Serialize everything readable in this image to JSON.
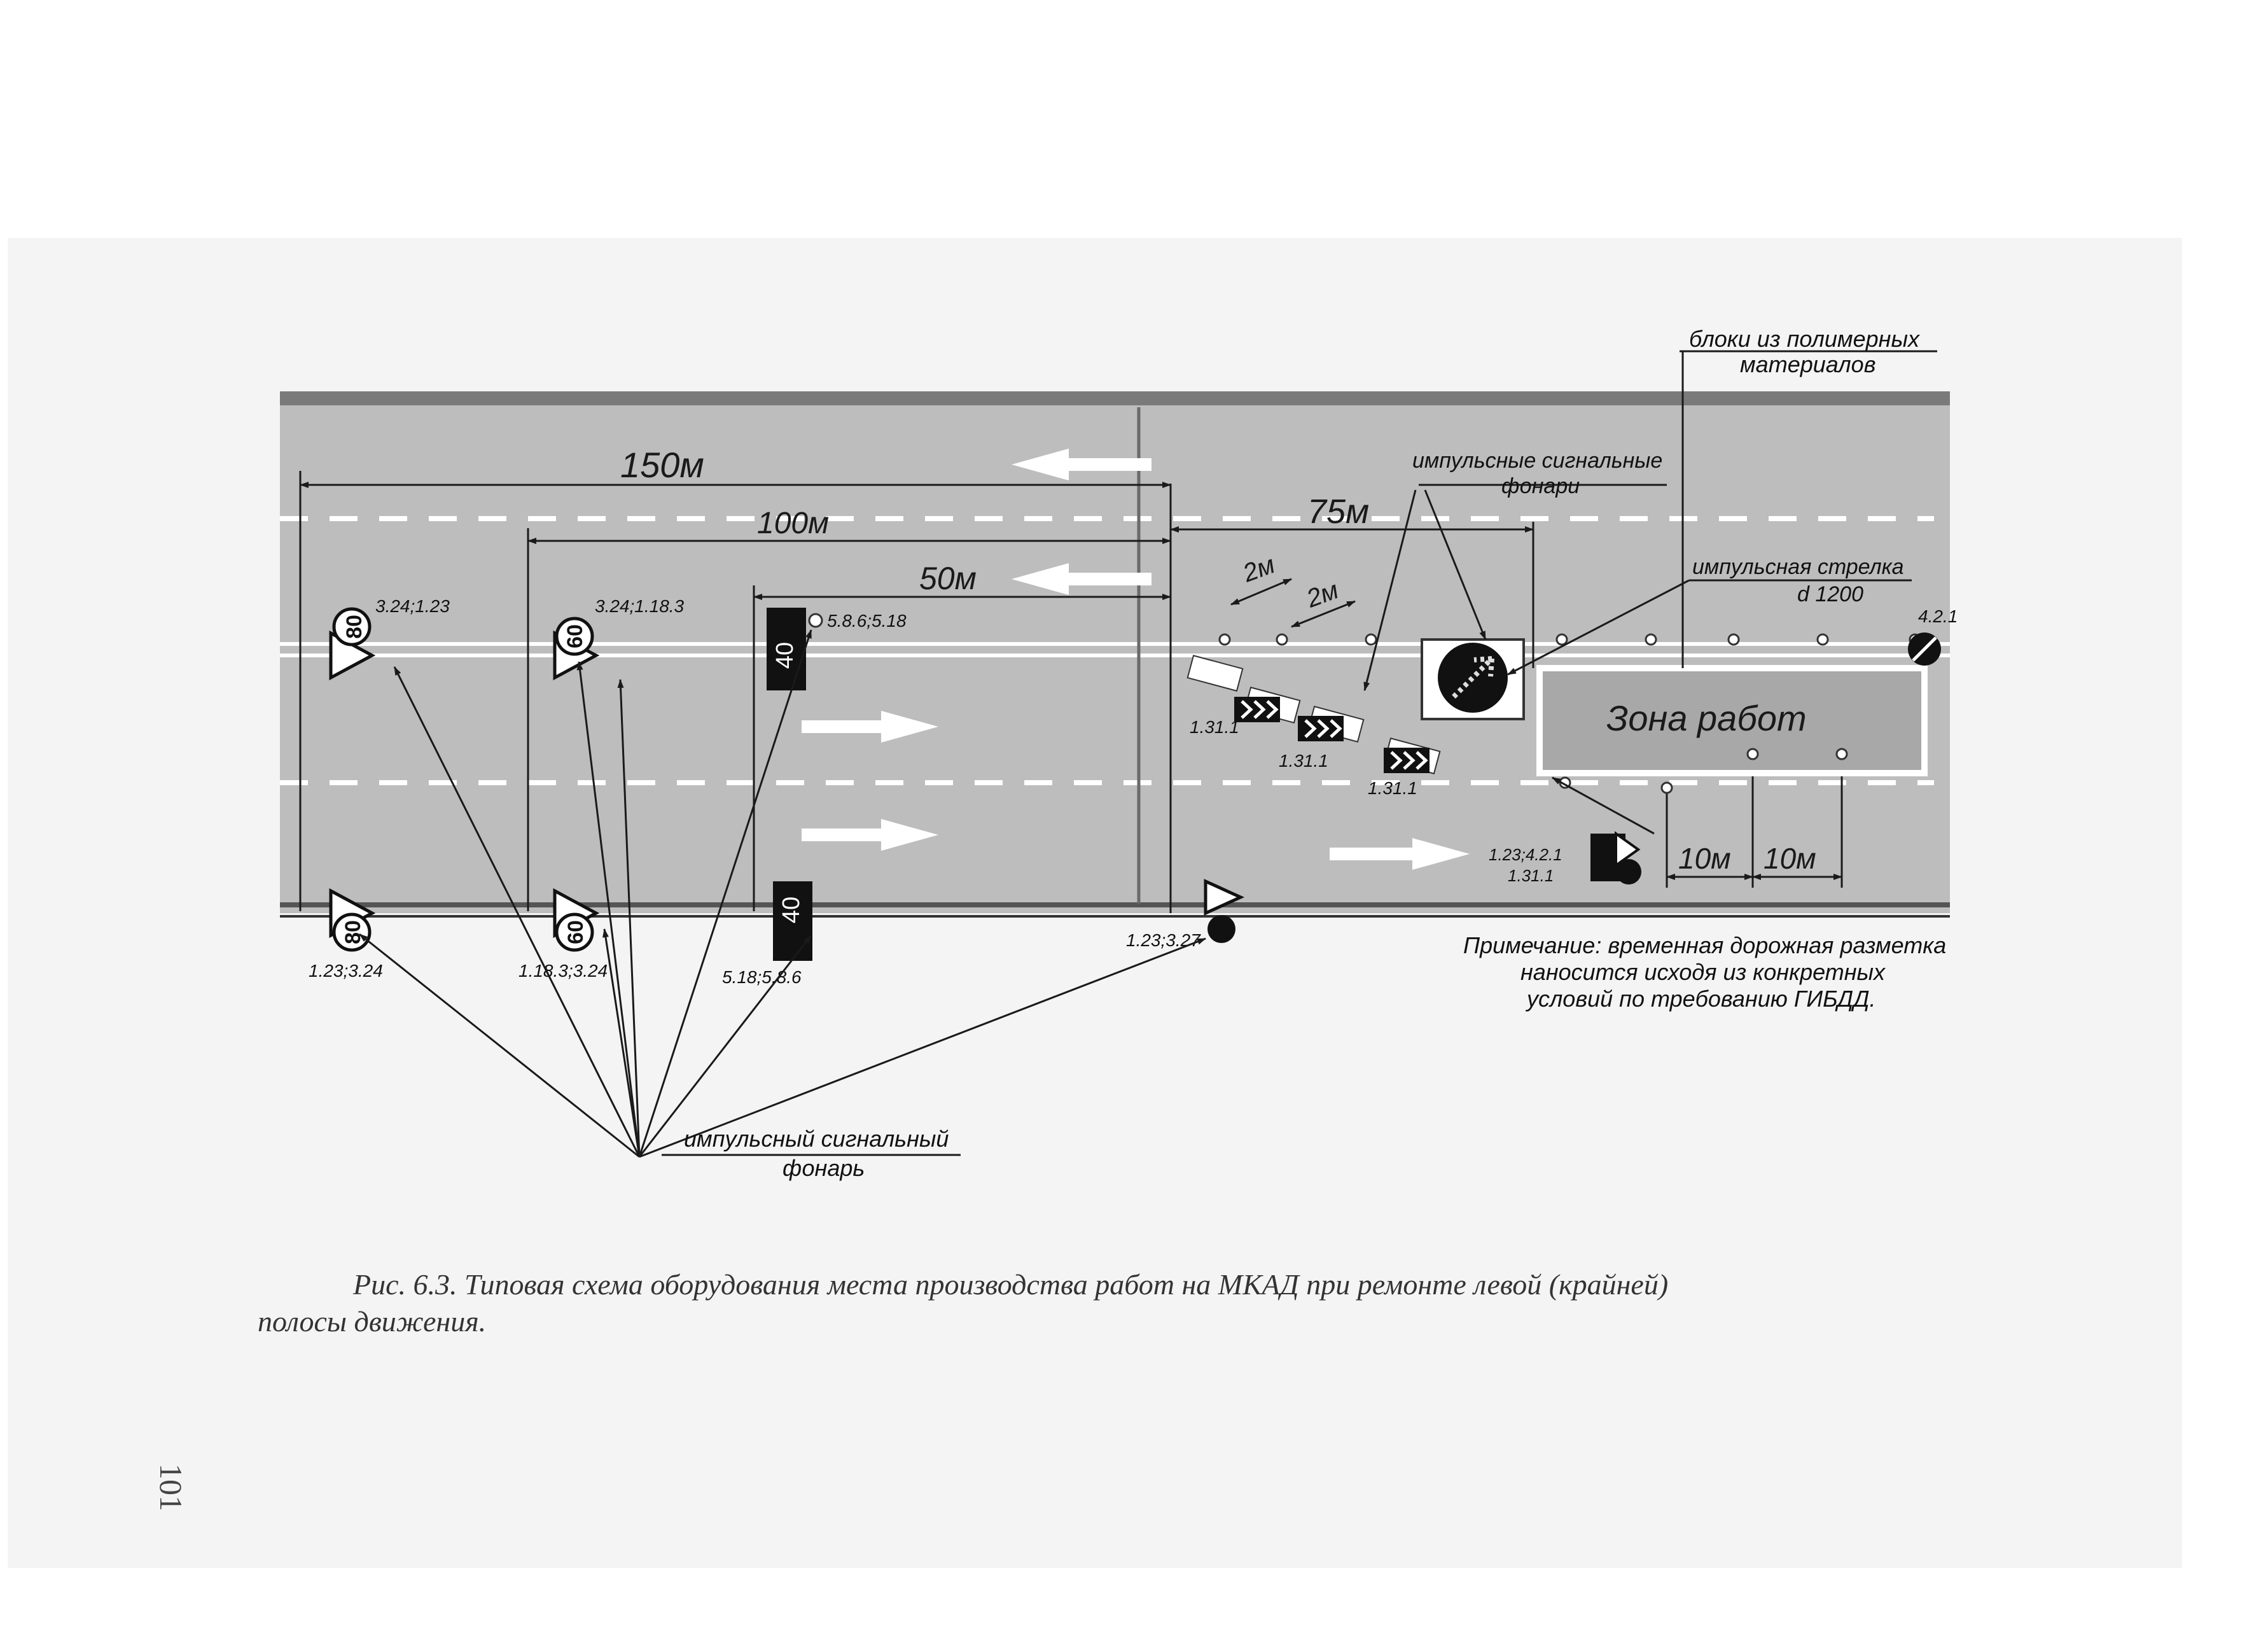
{
  "dimensions": {
    "d150": "150м",
    "d100": "100м",
    "d75": "75м",
    "d50": "50м",
    "d2a": "2м",
    "d2b": "2м",
    "d10a": "10м",
    "d10b": "10м"
  },
  "callouts": {
    "blocks_l1": "блоки из полимерных",
    "blocks_l2": "материалов",
    "lights_l1": "импульсные сигнальные",
    "lights_l2": "фонари",
    "arrow_l1": "импульсная стрелка",
    "arrow_l2": "d 1200",
    "lamp_l1": "импульсный сигнальный",
    "lamp_l2": "фонарь"
  },
  "zone_label": "Зона работ",
  "sign_codes": {
    "top1": "3.24;1.23",
    "top2": "3.24;1.18.3",
    "top3": "5.8.6;5.18",
    "bot1": "1.23;3.24",
    "bot2": "1.18.3;3.24",
    "bot3": "5.18;5.8.6",
    "bot4": "1.23;3.27",
    "right_top": "4.2.1",
    "near_zone_l1": "1.23;4.2.1",
    "near_zone_l2": "1.31.1"
  },
  "speeds": {
    "top1": "80",
    "top2": "60",
    "bot1": "80",
    "bot2": "60",
    "board_top": "40",
    "board_bot": "40"
  },
  "markings": {
    "m1": "1.31.1",
    "m2": "1.31.1",
    "m3": "1.31.1"
  },
  "note": {
    "l1": "Примечание: временная дорожная разметка",
    "l2": "наносится исходя из конкретных",
    "l3": "условий по требованию ГИБДД."
  },
  "caption": {
    "l1": "Рис. 6.3. Типовая схема оборудования места производства  работ на МКАД при ремонте левой (крайней)",
    "l2": "полосы движения."
  },
  "page_number": "101",
  "colors": {
    "road": "#bdbdbd",
    "paper": "#f4f4f4",
    "ink": "#1a1a1a"
  }
}
